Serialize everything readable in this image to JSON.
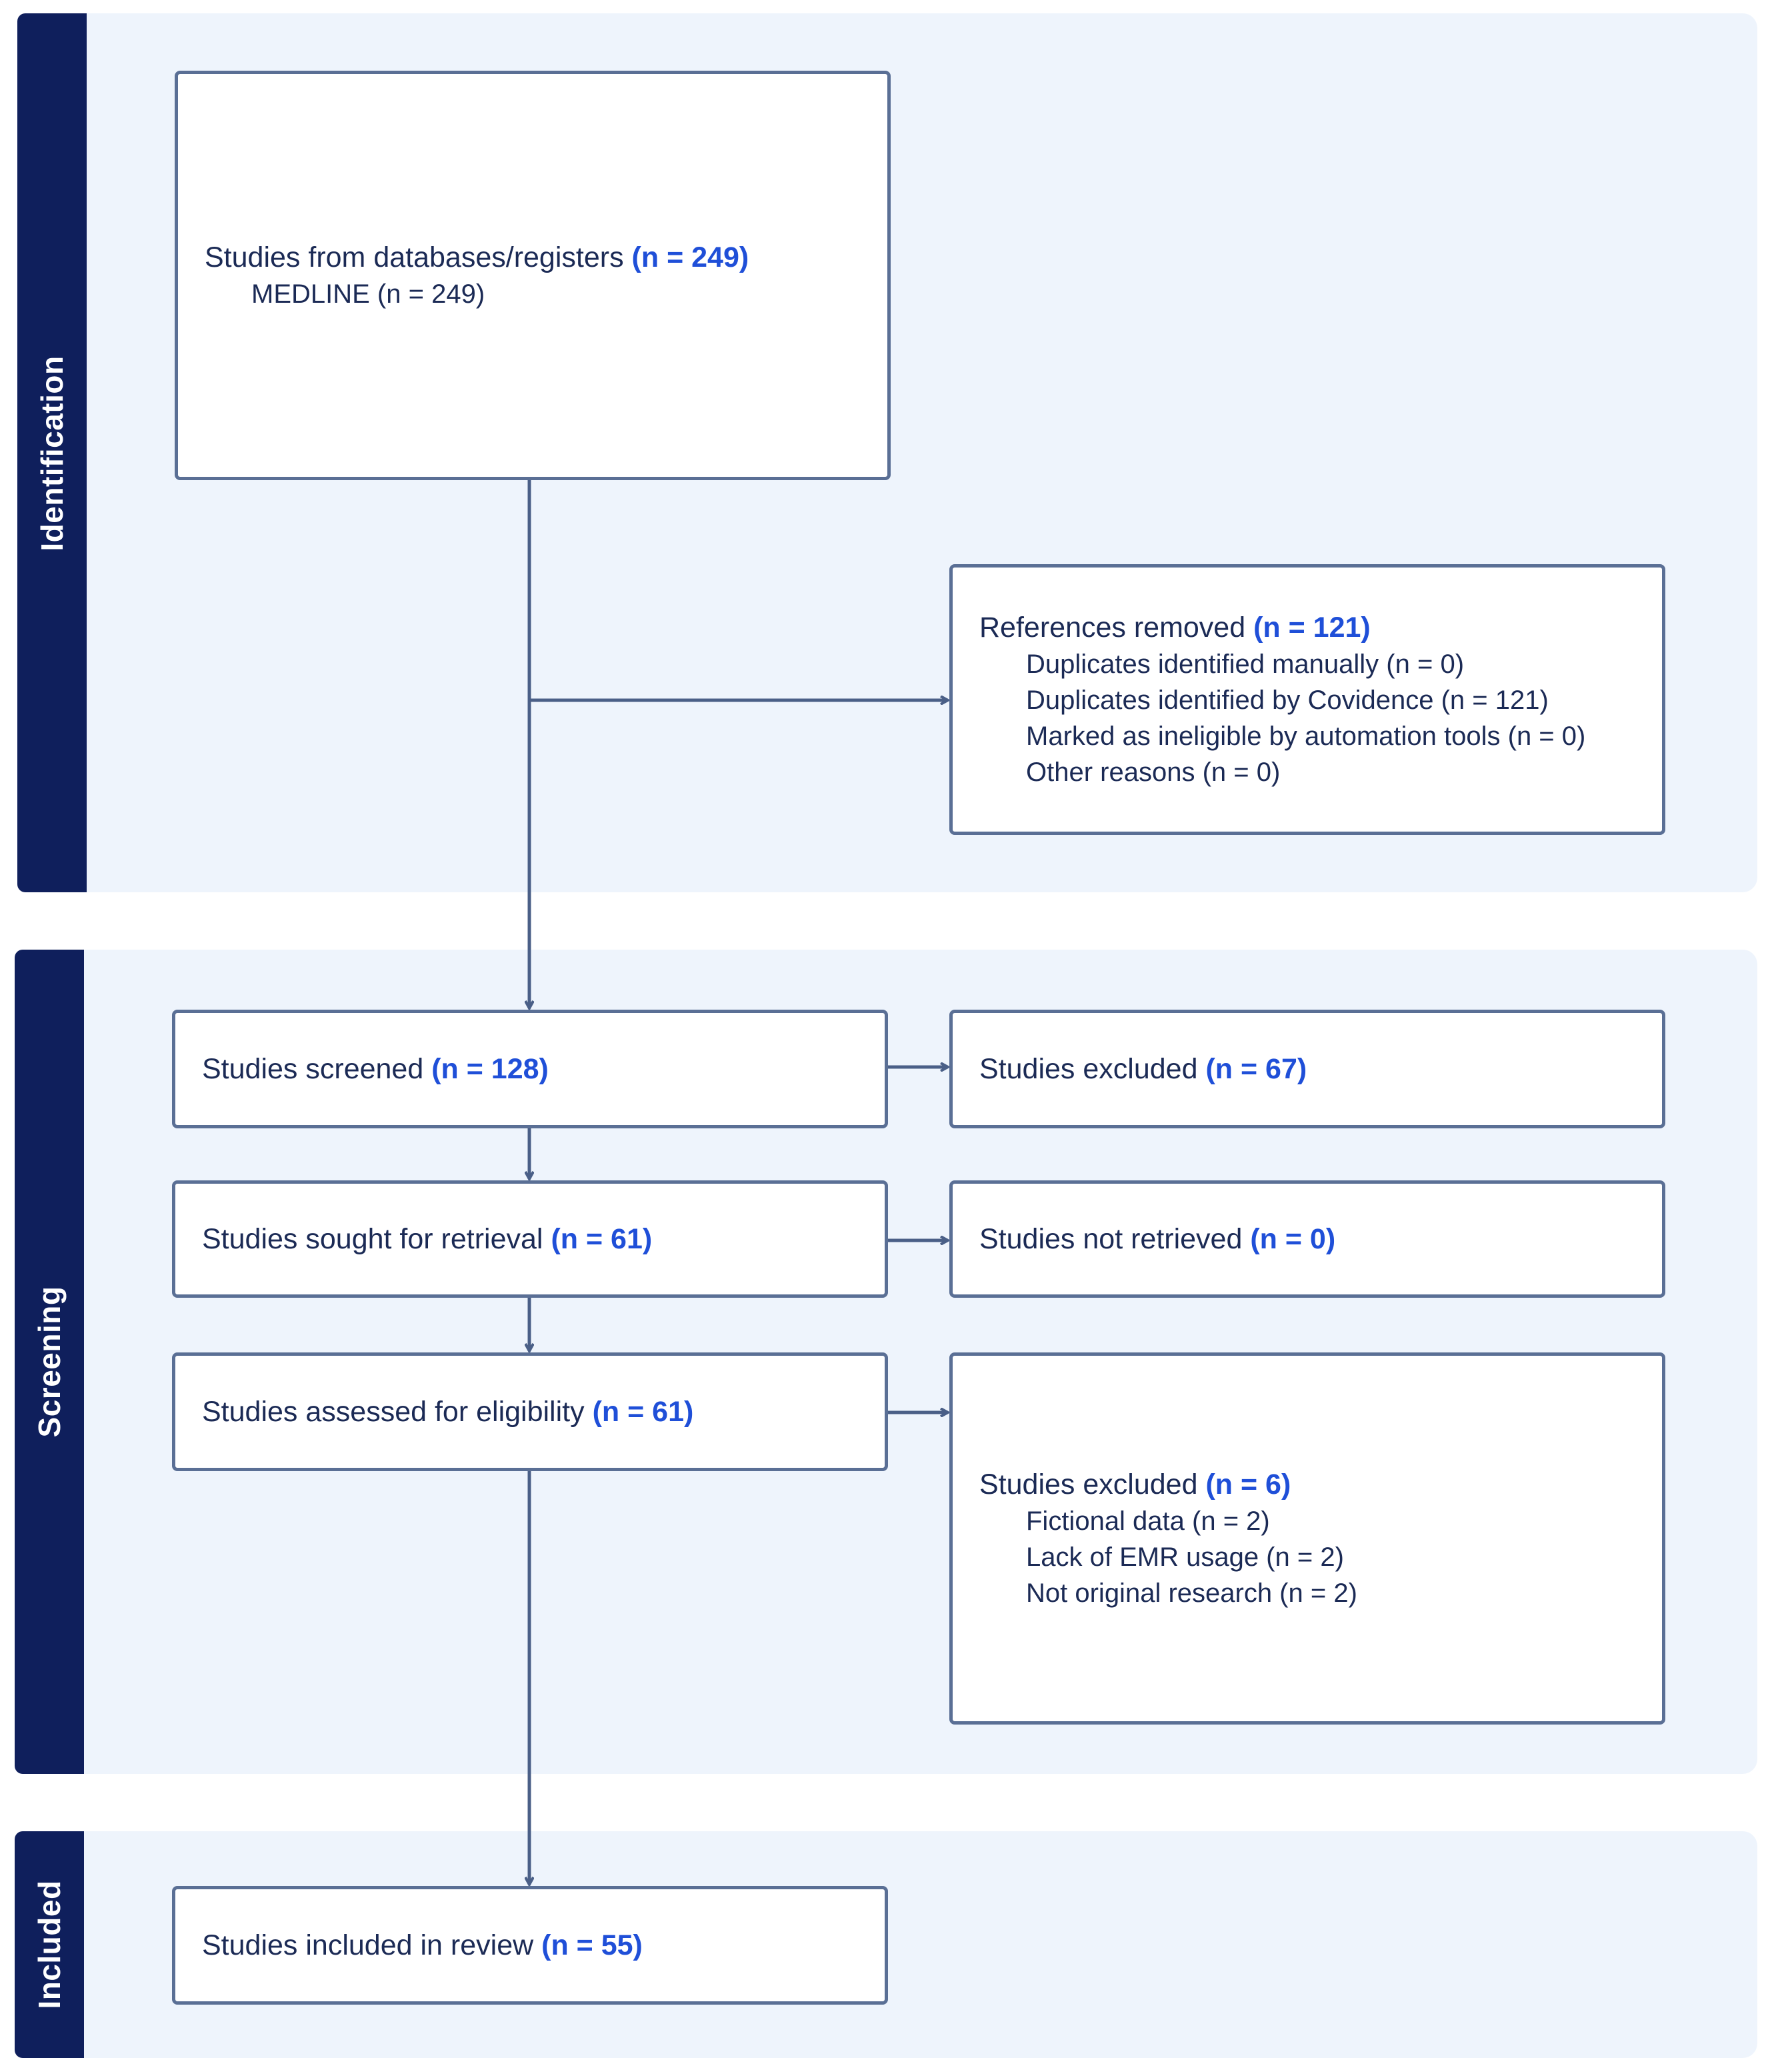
{
  "phases": {
    "identification": "Identification",
    "screening": "Screening",
    "included": "Included"
  },
  "boxes": {
    "databases": {
      "label": "Studies from databases/registers",
      "count": "(n = 249)",
      "items": [
        "MEDLINE (n = 249)"
      ]
    },
    "removed": {
      "label": "References removed",
      "count": "(n = 121)",
      "items": [
        "Duplicates identified manually (n = 0)",
        "Duplicates identified by Covidence (n = 121)",
        "Marked as ineligible by automation tools (n = 0)",
        "Other reasons (n = 0)"
      ]
    },
    "screened": {
      "label": "Studies screened",
      "count": "(n = 128)"
    },
    "excluded_screen": {
      "label": "Studies excluded",
      "count": "(n = 67)"
    },
    "sought": {
      "label": "Studies sought for retrieval",
      "count": "(n = 61)"
    },
    "not_retrieved": {
      "label": "Studies not retrieved",
      "count": "(n = 0)"
    },
    "assessed": {
      "label": "Studies assessed for eligibility",
      "count": "(n = 61)"
    },
    "excluded_full": {
      "label": "Studies excluded",
      "count": "(n = 6)",
      "items": [
        "Fictional data (n = 2)",
        "Lack of EMR usage (n = 2)",
        "Not original research (n = 2)"
      ]
    },
    "included": {
      "label": "Studies included in review",
      "count": "(n = 55)"
    }
  },
  "colors": {
    "phase_tab": "#0f1f5c",
    "phase_bg": "#eef4fc",
    "box_border": "#5a6f95",
    "count_text": "#1f4fd8",
    "arrow": "#4a5f87"
  }
}
